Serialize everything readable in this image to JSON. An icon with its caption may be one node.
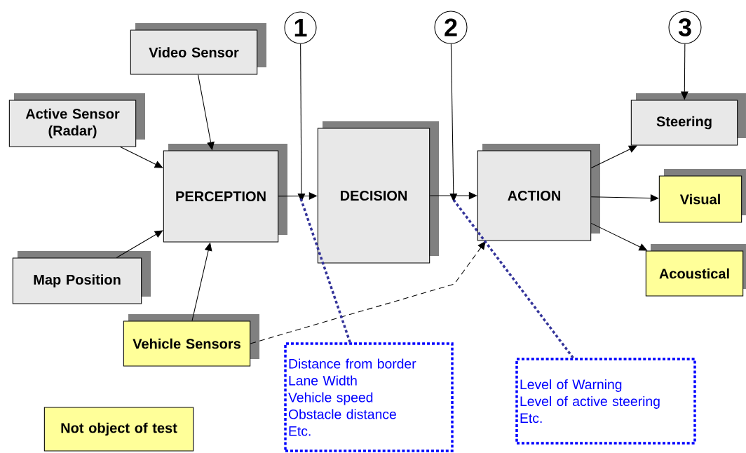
{
  "diagram": {
    "nodes": [
      {
        "text": [
          "Video Sensor"
        ]
      },
      {
        "text": [
          "Active Sensor (Radar)"
        ]
      },
      {
        "text": [
          "PERCEPTION"
        ]
      },
      {
        "text": [
          "Map Position"
        ]
      },
      {
        "text": [
          "Vehicle Sensors"
        ]
      },
      {
        "text": [
          "DECISION"
        ]
      },
      {
        "text": [
          "ACTION"
        ]
      },
      {
        "text": [
          "Steering"
        ]
      },
      {
        "text": [
          "Visual"
        ]
      },
      {
        "text": [
          "Acoustical"
        ]
      },
      {
        "text": [
          "1"
        ]
      },
      {
        "text": [
          "2"
        ]
      },
      {
        "text": [
          "3"
        ]
      },
      {
        "text": [
          "Distance from border",
          "Lane Width",
          "Vehicle speed",
          "Obstacle distance",
          "Etc."
        ]
      },
      {
        "text": [
          "Level of Warning",
          "Level of active steering",
          "Etc."
        ]
      },
      {
        "text": [
          "Not object of test"
        ]
      }
    ],
    "edges": [
      {
        "from": 0,
        "to": 2,
        "arrow": "to"
      },
      {
        "from": 1,
        "to": 2,
        "arrow": "to"
      },
      {
        "from": 3,
        "to": 2,
        "arrow": "to"
      },
      {
        "from": 4,
        "to": 2,
        "arrow": "to"
      },
      {
        "from": 2,
        "to": 5,
        "arrow": "to"
      },
      {
        "from": 5,
        "to": 6,
        "arrow": "to"
      },
      {
        "from": 6,
        "to": 7,
        "arrow": "to"
      },
      {
        "from": 6,
        "to": 8,
        "arrow": "to"
      },
      {
        "from": 6,
        "to": 9,
        "arrow": "to"
      },
      {
        "from": 4,
        "to": 6,
        "arrow": "to",
        "style": "dashed"
      },
      {
        "from": 10,
        "to": null,
        "arrow": "to"
      },
      {
        "from": 11,
        "to": null,
        "arrow": "to"
      },
      {
        "from": 12,
        "to": 7,
        "arrow": "to"
      },
      {
        "from": 13,
        "to": null,
        "arrow": "none",
        "style": "dashed",
        "color": "#333399"
      },
      {
        "from": 14,
        "to": null,
        "arrow": "none",
        "style": "dashed",
        "color": "#333399"
      }
    ]
  }
}
